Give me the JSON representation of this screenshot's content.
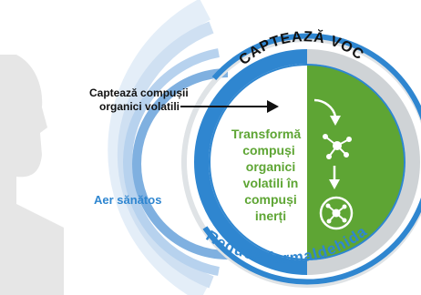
{
  "labels": {
    "top_arc": "CAPTEAZĂ VOC",
    "left_callout_line1": "Captează compușii",
    "left_callout_line2": "organici volatili",
    "inner_lines": [
      "Transformă",
      "compuși",
      "organici",
      "volatili în",
      "compuși",
      "inerți"
    ],
    "healthy_air": "Aer sănătos",
    "bottom_arc": "Reduce formaldehida"
  },
  "colors": {
    "blue": "#2f86d0",
    "light_blue": "#7fb0e0",
    "pale_blue": "#b7d2ee",
    "green": "#5ea534",
    "grey": "#cfd3d6",
    "head_grey": "#e6e6e6",
    "text_dark": "#111111",
    "white": "#ffffff"
  },
  "icons": [
    "arrow-right-icon",
    "arrow-down-icon",
    "molecule-icon",
    "molecule-circle-icon"
  ]
}
